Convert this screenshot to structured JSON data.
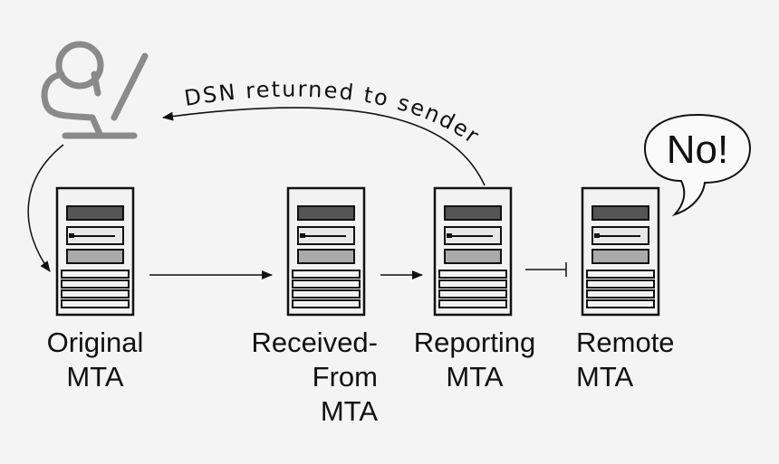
{
  "arc_label": "DSN returned to sender",
  "speech_bubble": "No!",
  "servers": [
    {
      "id": "original",
      "lines": [
        "Original",
        "MTA"
      ]
    },
    {
      "id": "received-from",
      "lines": [
        "Received-",
        "From",
        "MTA"
      ]
    },
    {
      "id": "reporting",
      "lines": [
        "Reporting",
        "MTA"
      ]
    },
    {
      "id": "remote",
      "lines": [
        "Remote",
        "MTA"
      ]
    }
  ],
  "colors": {
    "background": "#f4f4f4",
    "line": "#111111",
    "person": "#8a8a8a",
    "server_body": "#f2f2f2",
    "server_dark": "#555555",
    "server_light": "#e8e8e8"
  },
  "icons": [
    "user-at-computer-icon",
    "mail-server-icon",
    "speech-bubble-icon"
  ]
}
